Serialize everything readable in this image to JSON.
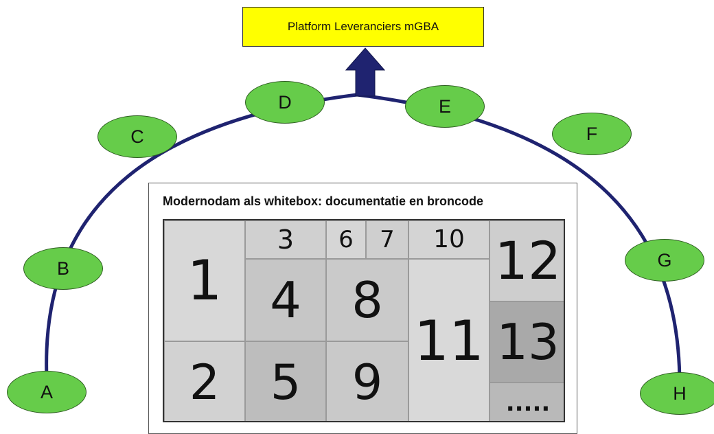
{
  "platform": {
    "label": "Platform Leveranciers mGBA",
    "color": "#ffff00"
  },
  "nodes": [
    "A",
    "B",
    "C",
    "D",
    "E",
    "F",
    "G",
    "H"
  ],
  "colors": {
    "node_fill": "#66cc4a",
    "arc": "#1f2370",
    "arrow": "#1f2370"
  },
  "panel": {
    "title": "Modernodam als whitebox: documentatie en broncode",
    "pieces": [
      "1",
      "2",
      "3",
      "4",
      "5",
      "6",
      "7",
      "8",
      "9",
      "10",
      "11",
      "12",
      "13",
      "....."
    ]
  }
}
